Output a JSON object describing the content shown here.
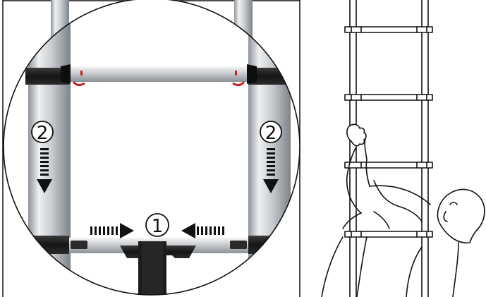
{
  "steps": {
    "step_1": "1",
    "step_2_left": "2",
    "step_2_right": "2"
  },
  "icons": {
    "push_in_arrow_left": "arrow-right-dashed-icon",
    "push_in_arrow_right": "arrow-left-dashed-icon",
    "slide_down_arrow_left": "arrow-down-dashed-icon",
    "slide_down_arrow_right": "arrow-down-dashed-icon",
    "step_badge": "circled-number-icon"
  },
  "colors": {
    "background": "#ffffff",
    "line": "#111111",
    "aluminium_light": "#e6e8ea",
    "aluminium_dark": "#9ea3a8",
    "collar_black": "#1c1c1c",
    "latch_red": "#c8201e"
  }
}
